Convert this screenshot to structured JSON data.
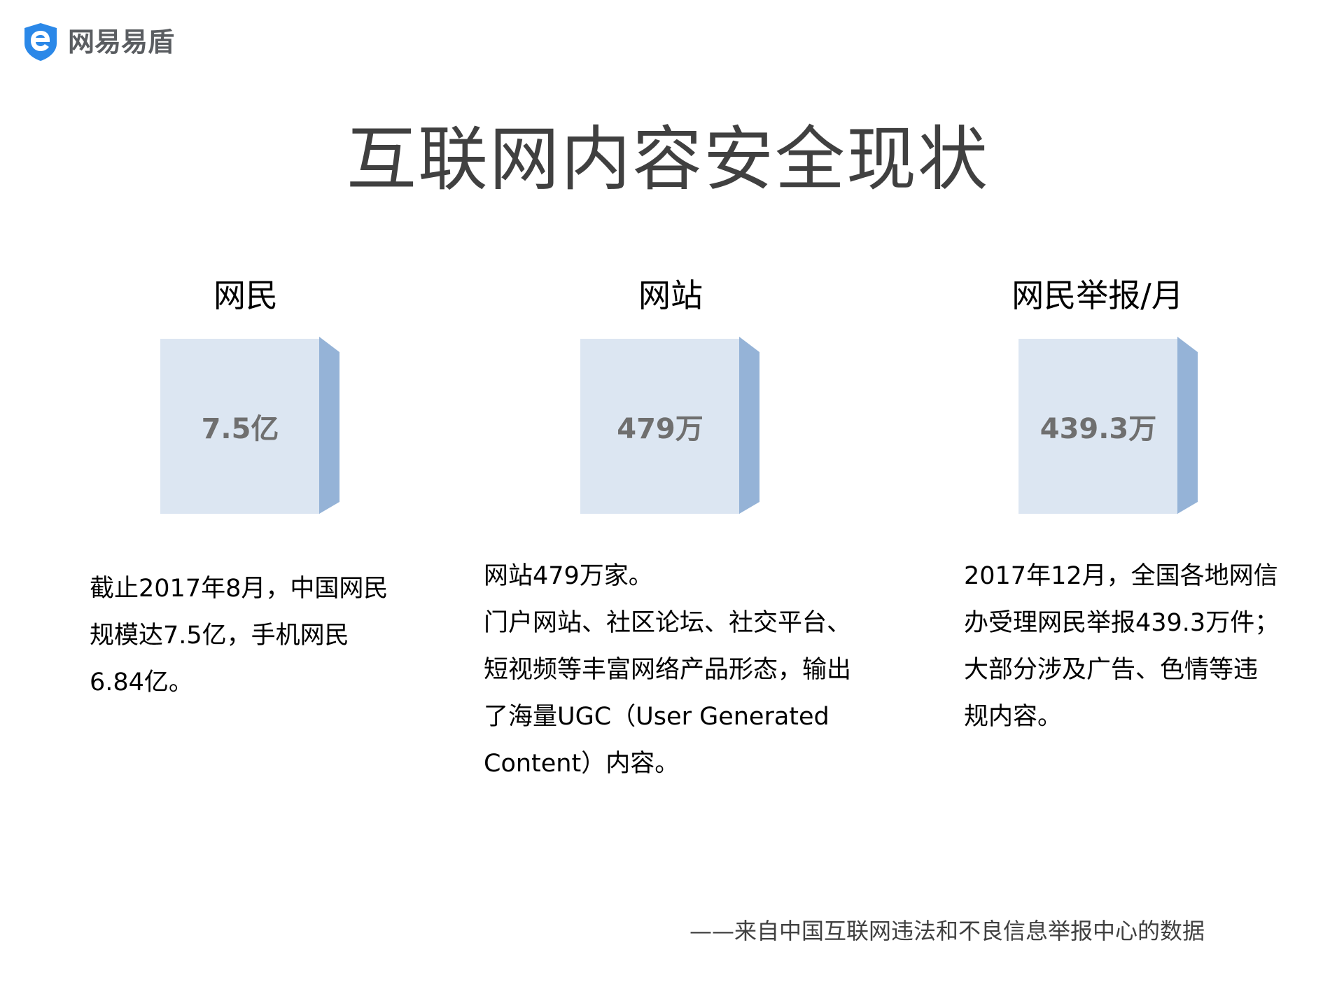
{
  "brand": {
    "name": "网易易盾",
    "logo_icon": "shield-e-icon",
    "colors": {
      "logo_blue": "#2b88e8",
      "logo_text": "#5a5d61"
    }
  },
  "slide": {
    "title": "互联网内容安全现状",
    "colors": {
      "title": "#404040",
      "box_front": "#dce6f2",
      "box_side": "#95b3d7",
      "box_value": "#6f6f6f"
    },
    "columns": [
      {
        "heading": "网民",
        "value": "7.5亿",
        "description": [
          "截止2017年8月，中国网民",
          "规模达7.5亿，手机网民",
          "6.84亿。"
        ]
      },
      {
        "heading": "网站",
        "value": "479万",
        "description": [
          "网站479万家。",
          "门户网站、社区论坛、社交平台、",
          "短视频等丰富网络产品形态，输出",
          "了海量UGC（User Generated",
          "Content）内容。"
        ]
      },
      {
        "heading": "网民举报/月",
        "value": "439.3万",
        "description": [
          "2017年12月，全国各地网信",
          "办受理网民举报439.3万件；",
          "大部分涉及广告、色情等违",
          "规内容。"
        ]
      }
    ],
    "source_note": "——来自中国互联网违法和不良信息举报中心的数据"
  }
}
